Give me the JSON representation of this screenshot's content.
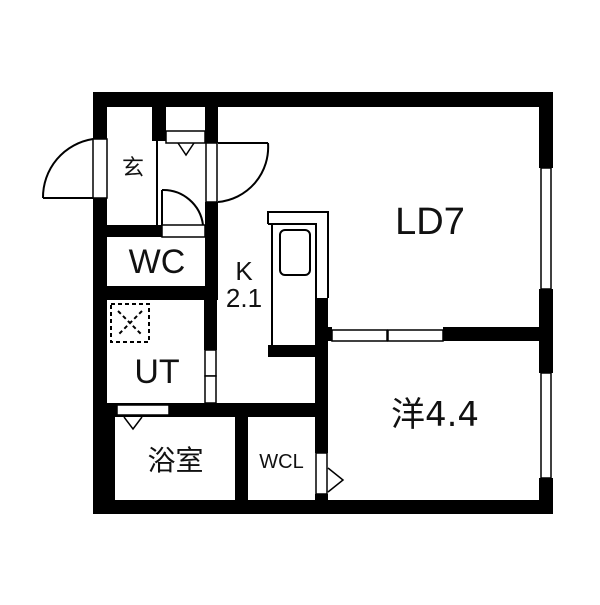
{
  "floor_plan": {
    "colors": {
      "wall": "#000000",
      "background": "#ffffff",
      "line": "#111111"
    },
    "rooms": [
      {
        "id": "genkan",
        "label": "玄"
      },
      {
        "id": "wc",
        "label": "WC"
      },
      {
        "id": "ut",
        "label": "UT"
      },
      {
        "id": "bath",
        "label": "浴室"
      },
      {
        "id": "wcl",
        "label": "WCL"
      },
      {
        "id": "kitchen",
        "label": "K",
        "size": "2.1"
      },
      {
        "id": "ld",
        "label": "LD7"
      },
      {
        "id": "western",
        "label": "洋4.4"
      }
    ],
    "fixtures": [
      {
        "id": "sink",
        "name": "kitchen-sink"
      },
      {
        "id": "washer",
        "name": "washing-machine-space"
      }
    ]
  }
}
